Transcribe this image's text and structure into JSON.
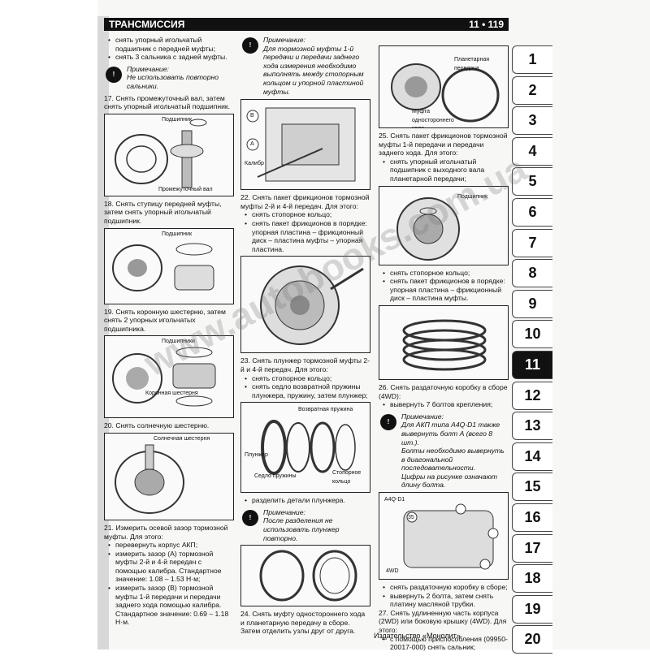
{
  "header": {
    "title": "ТРАНСМИССИЯ",
    "page": "11 • 119"
  },
  "footer": "Издательство «Монолит»",
  "watermark": "www.autobooks.com.ua",
  "tabs": [
    "1",
    "2",
    "3",
    "4",
    "5",
    "6",
    "7",
    "8",
    "9",
    "10",
    "11",
    "12",
    "13",
    "14",
    "15",
    "16",
    "17",
    "18",
    "19",
    "20"
  ],
  "active_tab": "11",
  "col1": {
    "b1": "снять упорный игольчатый подшипник с передней муфты;",
    "b2": "снять 3 сальника с задней муфты.",
    "note1_label": "Примечание:",
    "note1_text": "Не использовать повторно сальники.",
    "s17": "17. Снять промежуточный вал, затем снять упорный игольчатый подшипник.",
    "fig17_l1": "Подшипник",
    "fig17_l2": "Промежуточный вал",
    "s18": "18. Снять ступицу передней муфты, затем снять упорный игольчатый подшипник.",
    "fig18_l1": "Подшипник",
    "s19": "19. Снять коронную шестерню, затем снять 2 упорных игольчатых подшипника.",
    "fig19_l1": "Подшипники",
    "fig19_l2": "Коронная шестерня",
    "s20": "20. Снять солнечную шестерню.",
    "fig20_l1": "Солнечная шестерня",
    "s21": "21. Измерить осевой зазор тормозной муфты. Для этого:",
    "s21_b1": "перевернуть корпус АКП;",
    "s21_b2": "измерить зазор (А) тормозной муфты 2-й и 4-й передач с помощью калибра. Стандартное значение: 1.08 – 1.53 Н·м;",
    "s21_b3": "измерить зазор (В) тормозной муфты 1-й передачи и передачи заднего хода помощью калибра. Стандартное значение: 0.69 – 1.18 Н·м."
  },
  "col2": {
    "note2_label": "Примечание:",
    "note2_text": "Для тормозной муфты 1-й передачи и передачи заднего хода измерения необходимо выполнять между стопорным кольцом и упорной пластиной муфты.",
    "fig21_a": "А",
    "fig21_b": "В",
    "fig21_l1": "Калибр",
    "s22": "22. Снять пакет фрикционов тормозной муфты 2-й и 4-й передач. Для этого:",
    "s22_b1": "снять стопорное кольцо;",
    "s22_b2": "снять пакет фрикционов в порядке: упорная пластина – фрикционный диск – пластина муфты – упорная пластина.",
    "s23": "23. Снять плунжер тормозной муфты 2-й и 4-й передач. Для этого:",
    "s23_b1": "снять стопорное кольцо;",
    "s23_b2": "снять седло возвратной пружины плунжера, пружину, затем плунжер;",
    "fig23_l1": "Возвратная пружина",
    "fig23_l2": "Плунжер",
    "fig23_l3": "Седло пружины",
    "fig23_l4": "Стопорное кольцо",
    "s23_b3": "разделить детали плунжера.",
    "note3_label": "Примечание:",
    "note3_text": "После разделения не использовать плунжер повторно.",
    "s24": "24. Снять муфту одностороннего хода и планетарную передачу в сборе. Затем отделить узлы друг от друга."
  },
  "col3": {
    "fig24_l1": "Планетарная передача",
    "fig24_l2": "Муфта одностороннего хода",
    "s25": "25. Снять пакет фрикционов тормозной муфты 1-й передачи и передачи заднего хода. Для этого:",
    "s25_b1": "снять упорный игольчатый подшипник с выходного вала планетарной передачи;",
    "fig25_l1": "Подшипник",
    "s25_b2": "снять стопорное кольцо;",
    "s25_b3": "снять пакет фрикционов в порядке: упорная пластина – фрикционный диск – пластина муфты.",
    "s26": "26. Снять раздаточную коробку в сборе (4WD):",
    "s26_b1": "вывернуть 7 болтов крепления;",
    "note4_label": "Примечание:",
    "note4_text1": "Для АКП типа A4Q-D1 также вывернуть болт А (всего 8 шт.).",
    "note4_text2": "Болты необходимо вывернуть в диагональной последовательности.",
    "note4_text3": "Цифры на рисунке означают длину болта.",
    "fig26_l1": "A4Q-D1",
    "fig26_l2": "4WD",
    "fig26_n1": "35",
    "s26_b2": "снять раздаточную коробку в сборе;",
    "s26_b3": "вывернуть 2 болта, затем снять платину масляной трубки.",
    "s27": "27. Снять удлиненную часть корпуса (2WD) или боковую крышку (4WD). Для этого:",
    "s27_b1": "с помощью приспособления (09950-20017-000) снять сальник;"
  },
  "colors": {
    "header_bg": "#111111",
    "tab_active": "#111111"
  }
}
